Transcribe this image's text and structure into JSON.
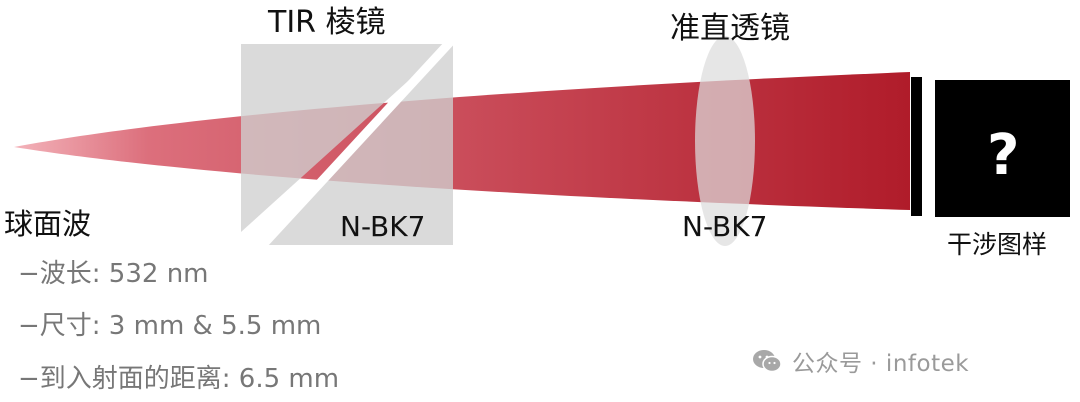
{
  "diagram": {
    "prism_title": "TIR 棱镜",
    "prism_material": "N-BK7",
    "lens_title": "准直透镜",
    "lens_material": "N-BK7",
    "wave_label": "球面波",
    "sample_label": "干涉图样",
    "sample_symbol": "?",
    "params": [
      "−波长: 532 nm",
      "−尺寸: 3 mm & 5.5 mm",
      "−到入射面的距离: 6.5 mm"
    ]
  },
  "watermark": {
    "icon": "wechat-icon",
    "text": "公众号 · infotek"
  },
  "colors": {
    "beam_start": "#f0a2ab",
    "beam_end": "#b01c2a",
    "prism": "#d8d8d8",
    "lens": "#e0e0e0",
    "sample": "#000000",
    "screen_bar": "#000000",
    "param_text": "#777777"
  }
}
